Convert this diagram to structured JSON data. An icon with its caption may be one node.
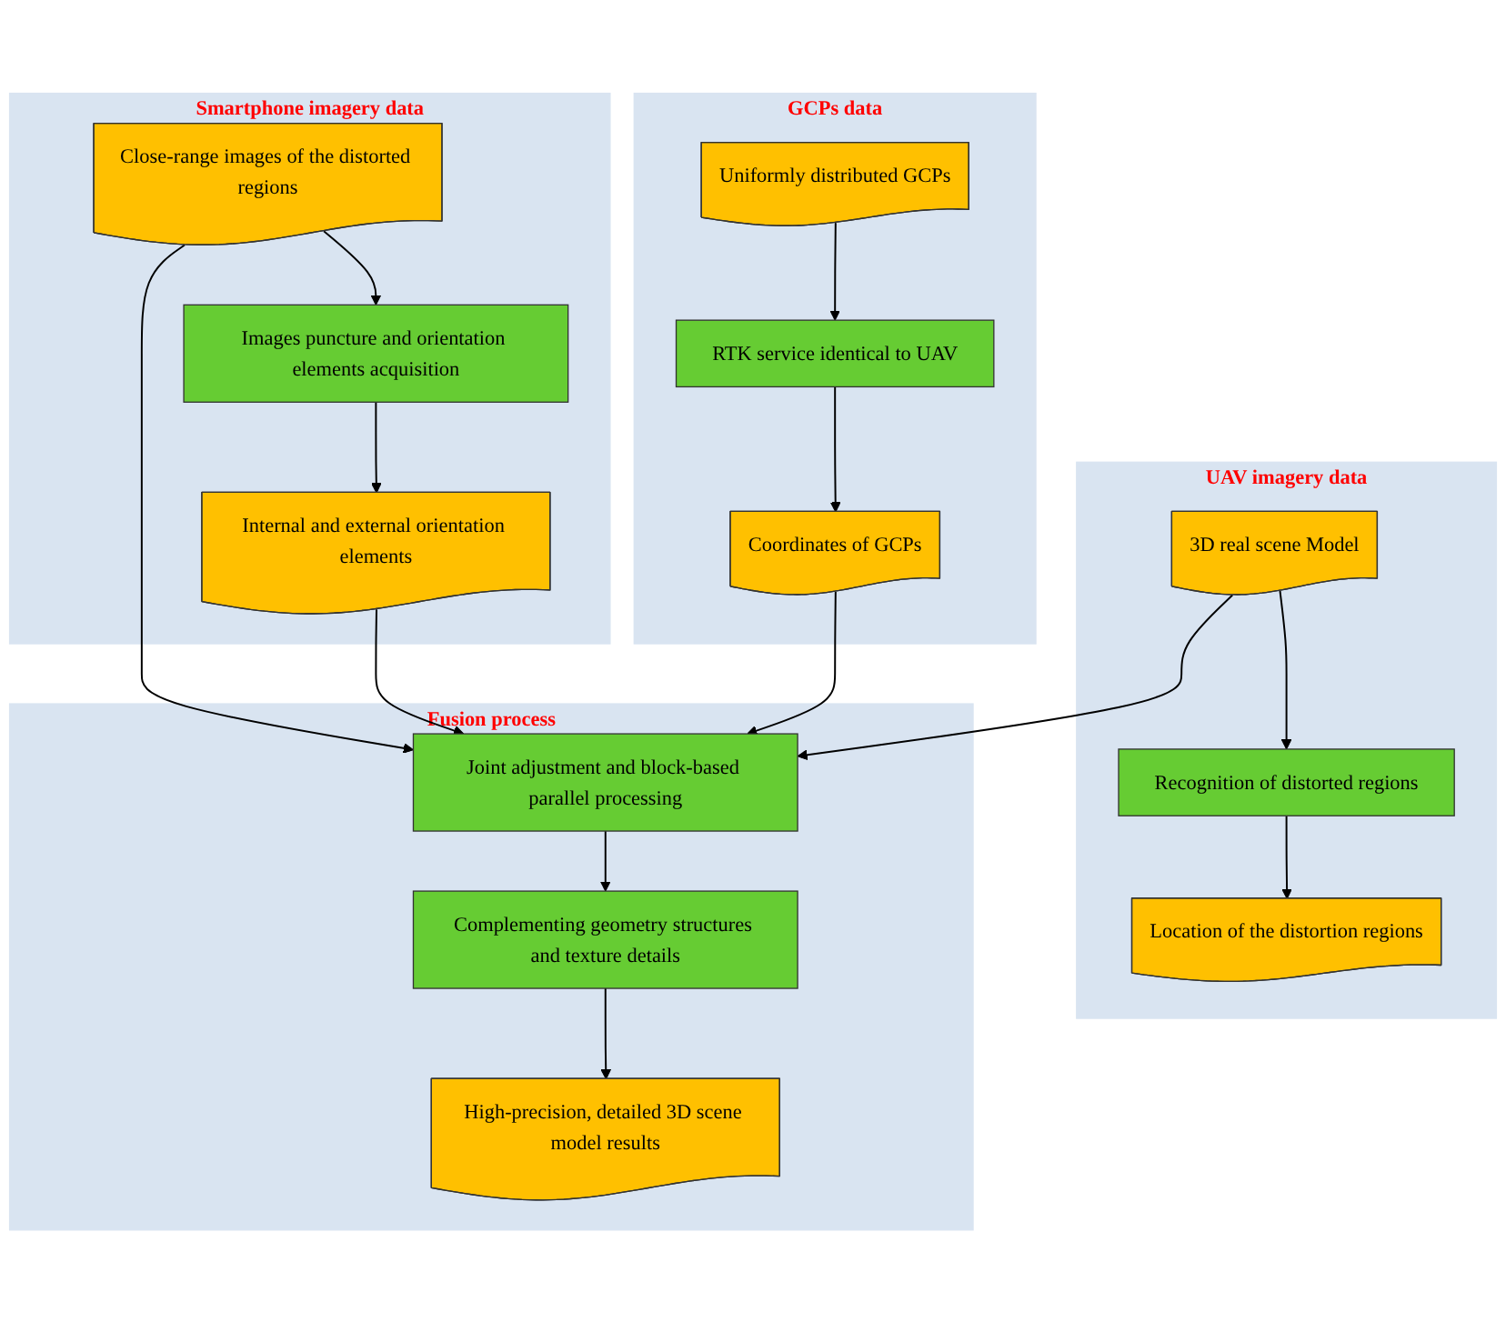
{
  "diagram": {
    "nodes": [
      {
        "text": [
          "UAV imagery data"
        ]
      },
      {
        "text": [
          "3D real scene Model"
        ],
        "in": 0
      },
      {
        "text": [
          "Recognition of distorted regions"
        ],
        "in": 0
      },
      {
        "text": [
          "Location of the distortion regions"
        ],
        "in": 0
      },
      {
        "text": [
          "GCPs data"
        ]
      },
      {
        "text": [
          "Uniformly distributed GCPs"
        ],
        "in": 4
      },
      {
        "text": [
          "RTK service identical to UAV"
        ],
        "in": 4
      },
      {
        "text": [
          "Coordinates of GCPs"
        ],
        "in": 4
      },
      {
        "text": [
          "Smartphone imagery data"
        ]
      },
      {
        "text": [
          "Close-range images of the distorted regions"
        ],
        "in": 8
      },
      {
        "text": [
          "Images puncture and orientation elements acquisition"
        ],
        "in": 8
      },
      {
        "text": [
          "Internal and external orientation elements"
        ],
        "in": 8
      },
      {
        "text": [
          "Fusion process"
        ]
      },
      {
        "text": [
          "Joint adjustment and block-based parallel processing"
        ],
        "in": 12
      },
      {
        "text": [
          "Complementing geometry structures and texture details"
        ],
        "in": 12
      },
      {
        "text": [
          "High-precision, detailed 3D scene model results"
        ],
        "in": 12
      }
    ],
    "edges": [
      {
        "from": 1,
        "to": 2,
        "arrow": "to"
      },
      {
        "from": 2,
        "to": 3,
        "arrow": "to"
      },
      {
        "from": 5,
        "to": 6,
        "arrow": "to"
      },
      {
        "from": 6,
        "to": 7,
        "arrow": "to"
      },
      {
        "from": 9,
        "to": 10,
        "arrow": "to"
      },
      {
        "from": 10,
        "to": 11,
        "arrow": "to"
      },
      {
        "from": 1,
        "to": 13,
        "arrow": "to"
      },
      {
        "from": 9,
        "to": 13,
        "arrow": "to"
      },
      {
        "from": 11,
        "to": 13,
        "arrow": "to"
      },
      {
        "from": 7,
        "to": 13,
        "arrow": "to"
      },
      {
        "from": 13,
        "to": 14,
        "arrow": "to"
      },
      {
        "from": 14,
        "to": 15,
        "arrow": "to"
      }
    ]
  }
}
